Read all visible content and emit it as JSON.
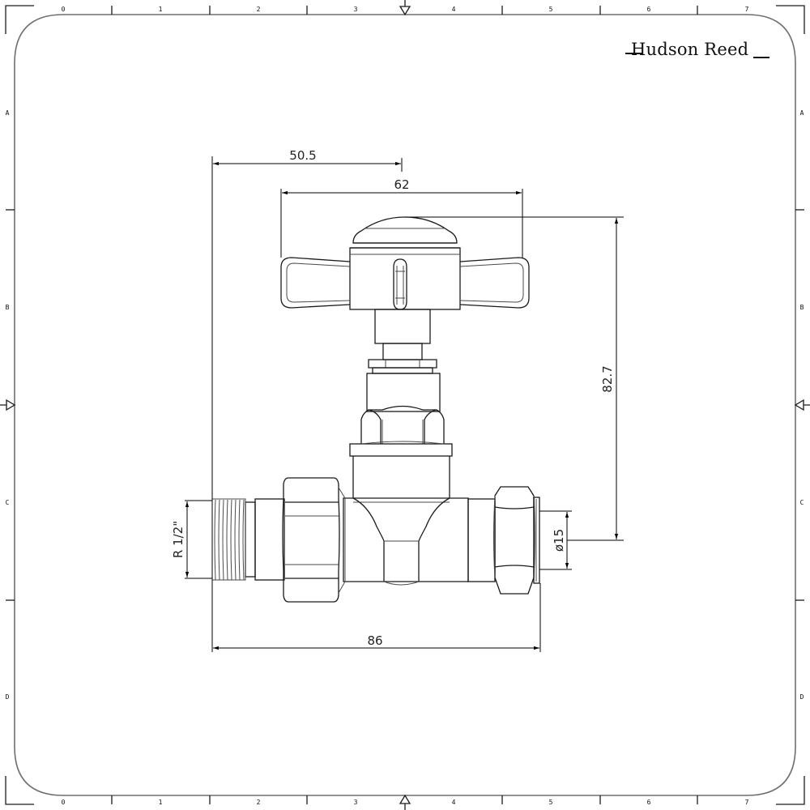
{
  "brand": {
    "name": "Hudson Reed"
  },
  "frame": {
    "column_labels_top": [
      "0",
      "1",
      "2",
      "3",
      "4",
      "5",
      "6",
      "7"
    ],
    "column_labels_bottom": [
      "0",
      "1",
      "2",
      "3",
      "4",
      "5",
      "6",
      "7"
    ],
    "row_labels_left": [
      "A",
      "B",
      "C",
      "D"
    ],
    "row_labels_right": [
      "A",
      "B",
      "C",
      "D"
    ],
    "centering_marks": [
      "top-center-triangle",
      "bottom-center-triangle",
      "left-center-triangle",
      "right-center-triangle"
    ]
  },
  "drawing": {
    "subject": "straight radiator valve with crosshead handle",
    "dimensions": {
      "handle_offset": "50.5",
      "handle_width": "62",
      "height": "82.7",
      "thread_size": "R 1/2\"",
      "pipe_diameter": "ø15",
      "overall_length": "86"
    }
  },
  "colors": {
    "line": "#1a1a1a",
    "frame": "#6e6e6e",
    "background": "#ffffff"
  }
}
